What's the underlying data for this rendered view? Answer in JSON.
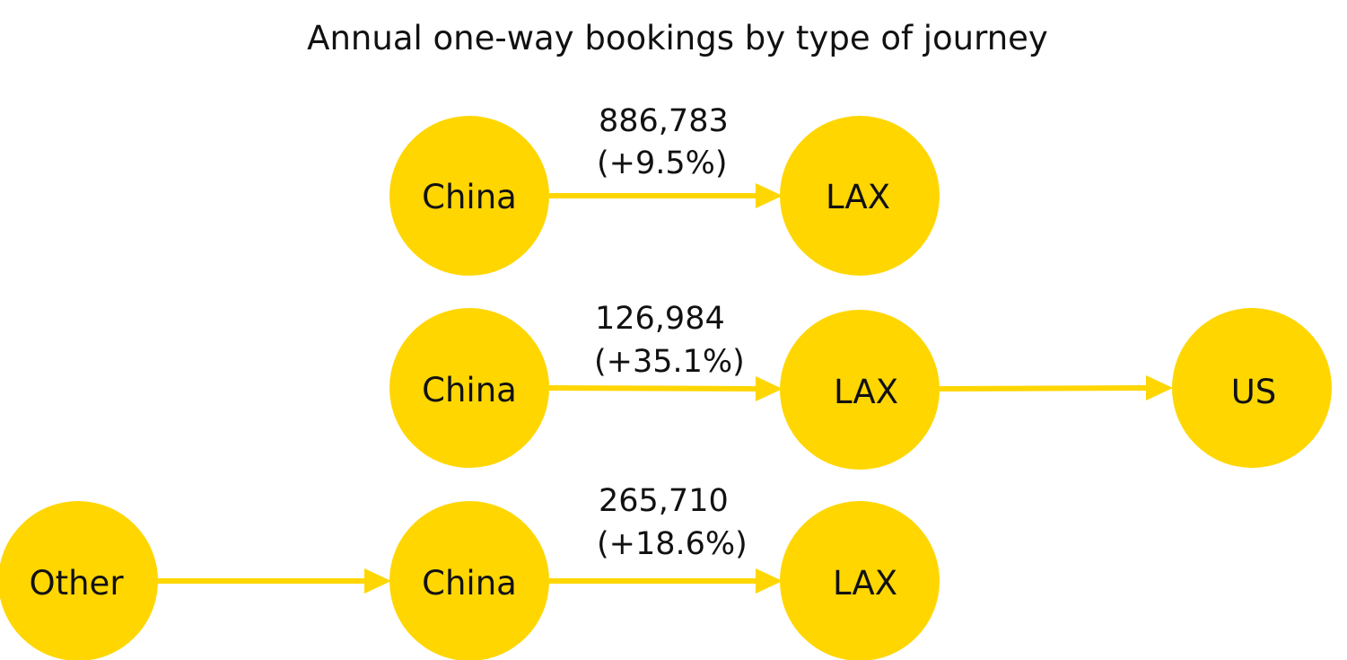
{
  "title": "Annual one-way bookings by type of journey",
  "colors": {
    "node_fill": "#FFD600",
    "edge": "#FFD600",
    "text": "#111111"
  },
  "journeys": [
    {
      "nodes": [
        "China",
        "LAX"
      ],
      "bookings": "886,783",
      "change": "(+9.5%)"
    },
    {
      "nodes": [
        "China",
        "LAX",
        "US"
      ],
      "bookings": "126,984",
      "change": "(+35.1%)"
    },
    {
      "nodes": [
        "Other",
        "China",
        "LAX"
      ],
      "bookings": "265,710",
      "change": "(+18.6%)"
    }
  ]
}
